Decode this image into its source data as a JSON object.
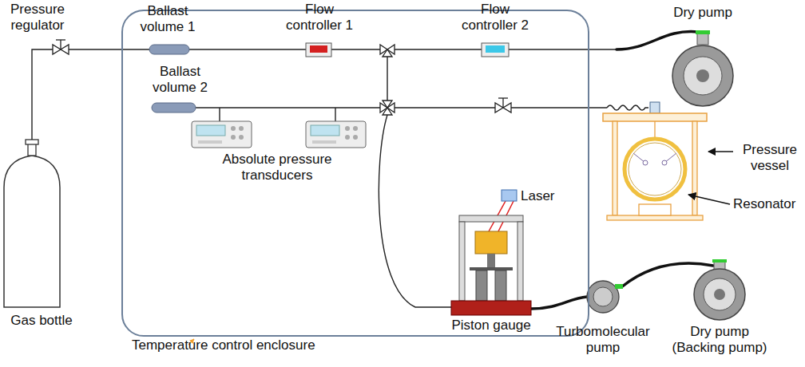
{
  "diagram": {
    "nodes": [
      {
        "text": [
          "Temperature control enclosure"
        ]
      }
    ],
    "labels": [
      "Pressure regulator",
      "Ballast volume 1",
      "Flow controller 1",
      "Flow controller 2",
      "Dry pump",
      "Ballast volume 2",
      "Absolute pressure transducers",
      "Laser",
      "Pressure vessel",
      "Resonator",
      "Piston gauge",
      "Gas bottle",
      "Turbomolecular pump",
      "Dry pump (Backing pump)"
    ]
  }
}
